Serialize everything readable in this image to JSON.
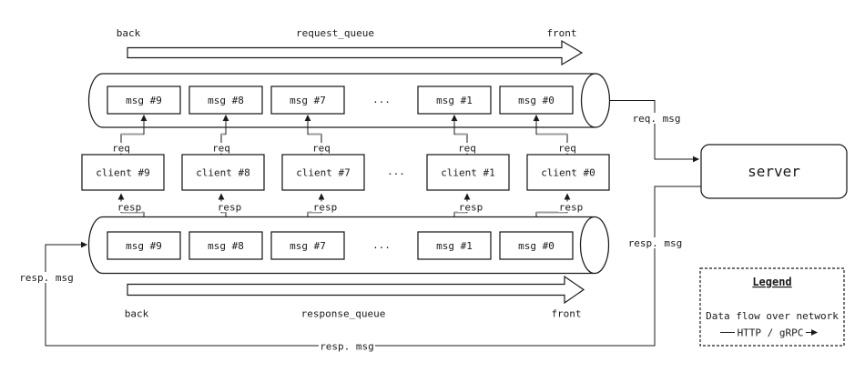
{
  "diagram": {
    "request_queue": {
      "back": "back",
      "title": "request_queue",
      "front": "front",
      "messages": [
        "msg #9",
        "msg #8",
        "msg #7",
        "msg #1",
        "msg #0"
      ],
      "ellipsis": "..."
    },
    "clients": {
      "items": [
        "client #9",
        "client #8",
        "client #7",
        "client #1",
        "client #0"
      ],
      "ellipsis": "...",
      "req": "req",
      "resp": "resp"
    },
    "response_queue": {
      "back": "back",
      "title": "response_queue",
      "front": "front",
      "messages": [
        "msg #9",
        "msg #8",
        "msg #7",
        "msg #1",
        "msg #0"
      ],
      "ellipsis": "..."
    },
    "server": "server",
    "flows": {
      "req_msg": "req. msg",
      "resp_msg": "resp. msg"
    },
    "legend": {
      "title": "Legend",
      "caption": "Data flow over network",
      "protocol": "HTTP / gRPC"
    },
    "colors": {
      "line": "#1a1a1a",
      "connector_jog": "#9e9e9e",
      "background": "#ffffff"
    }
  }
}
